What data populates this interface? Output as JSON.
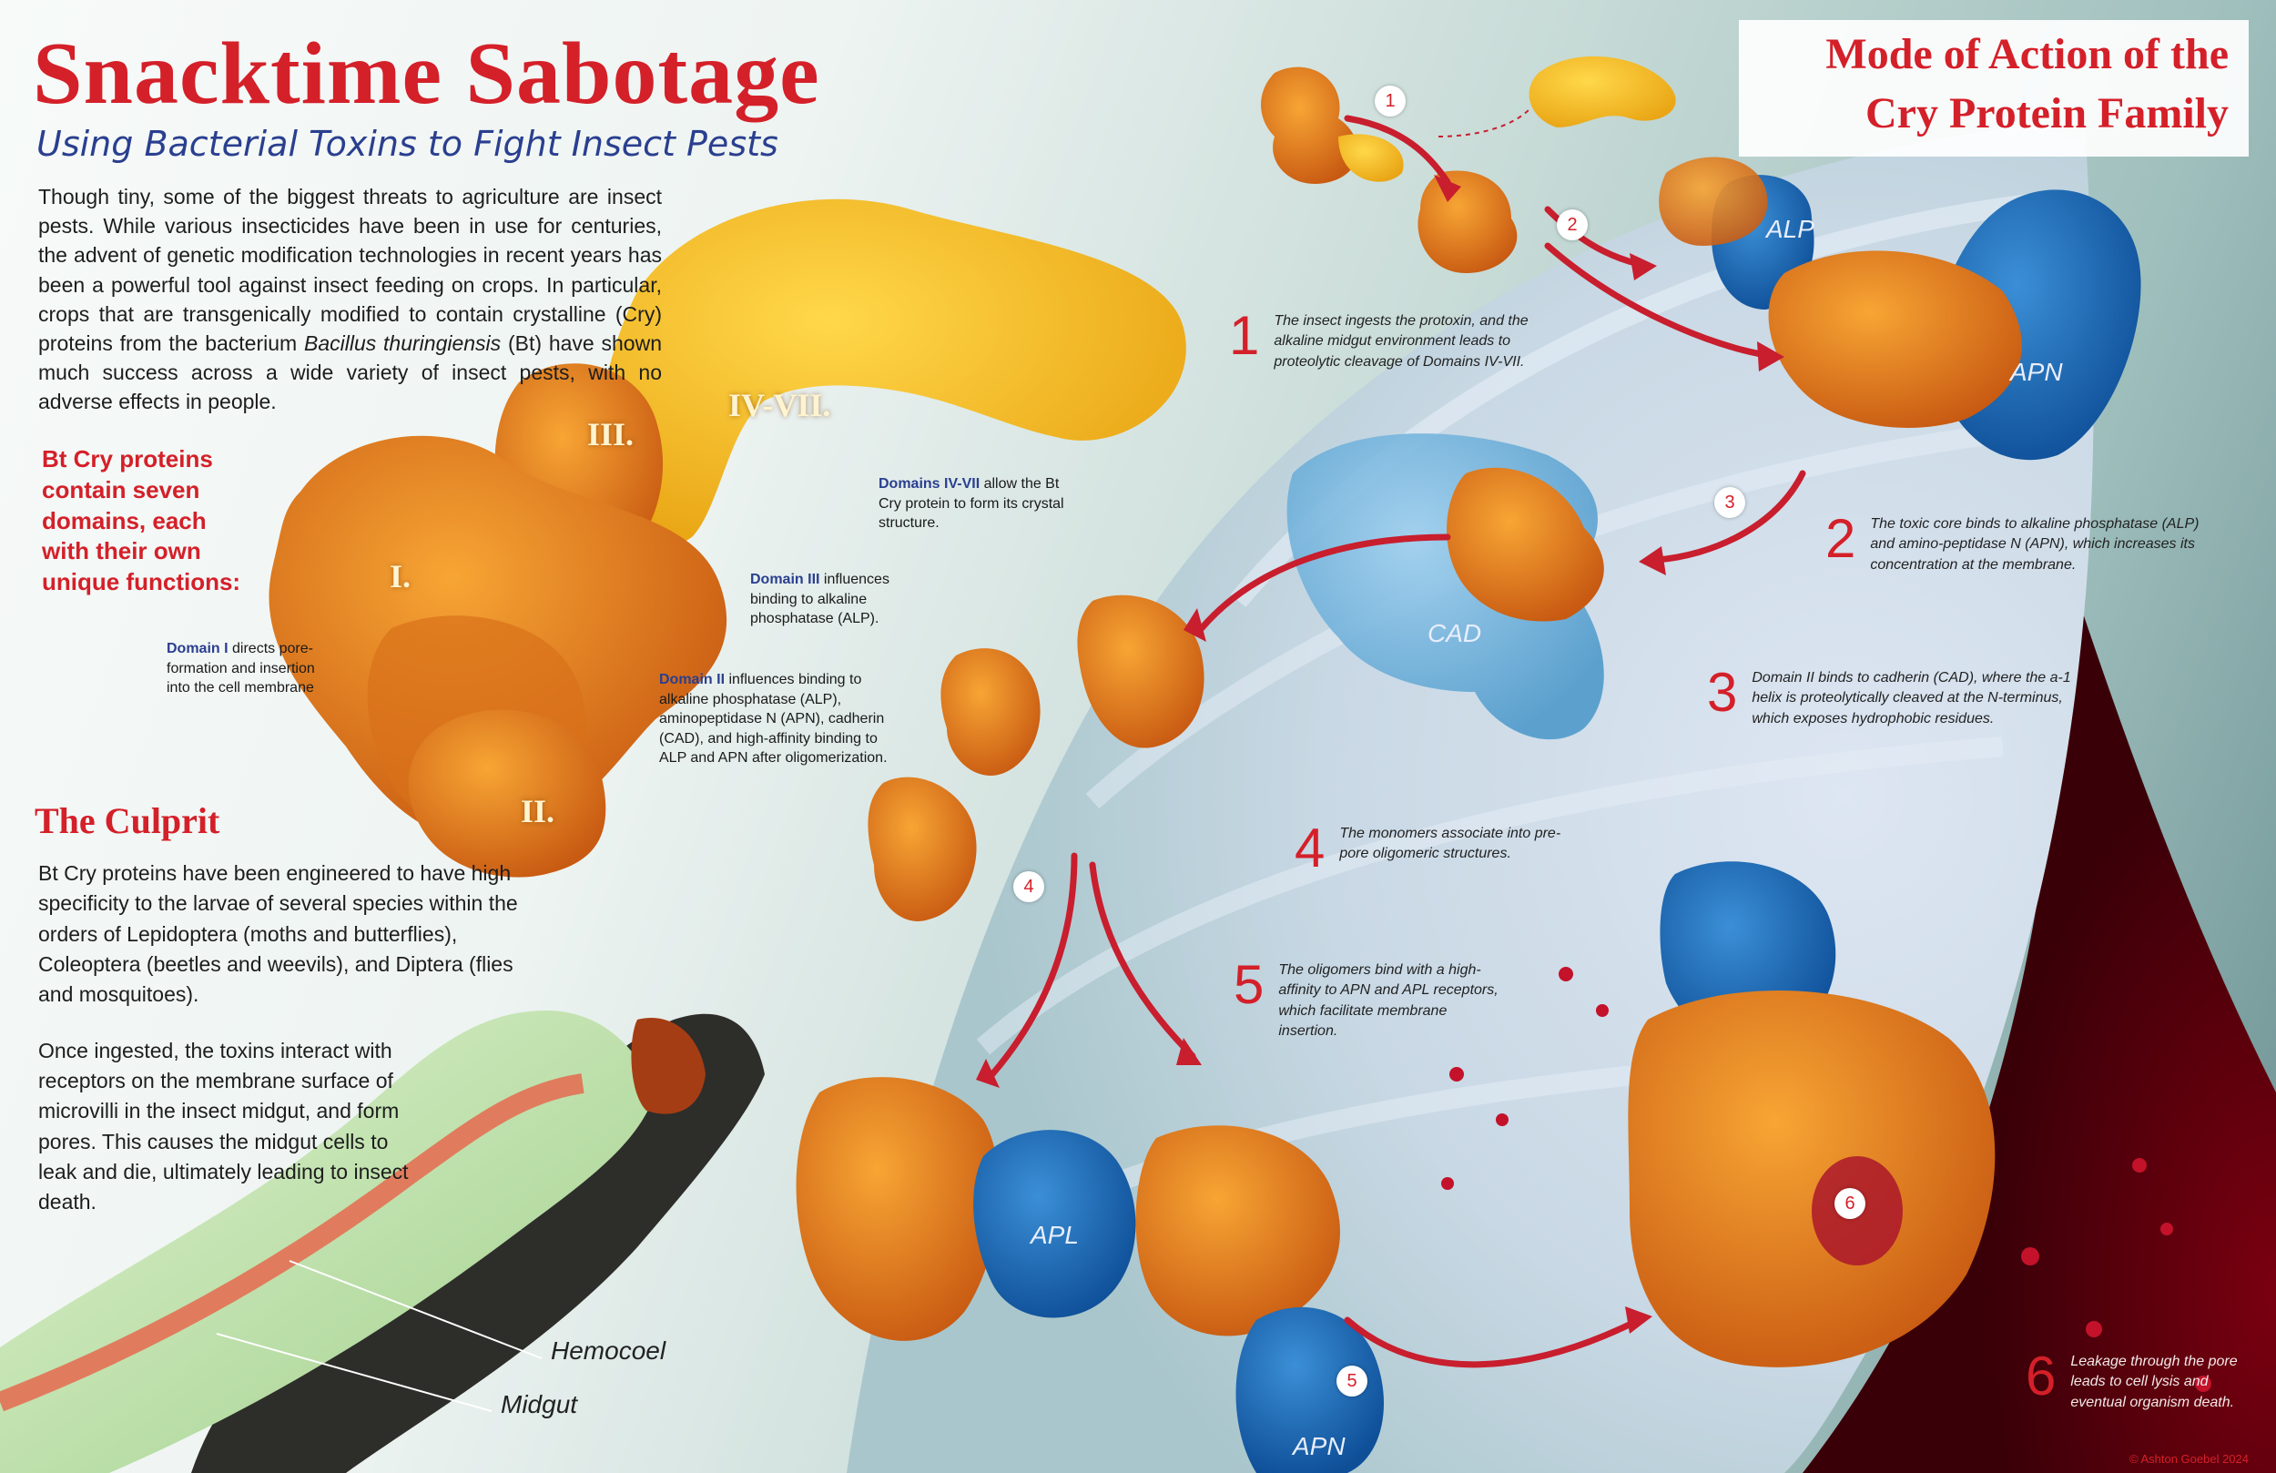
{
  "header": {
    "title": "Snacktime Sabotage",
    "subtitle": "Using Bacterial Toxins to Fight Insect Pests"
  },
  "intro": {
    "text_before": "Though tiny, some of the biggest threats to agriculture are insect pests.  While various insecticides have been in use for centuries, the advent of genetic modification technologies in recent years has been a powerful tool against insect feeding on crops. In particular, crops that are transgenically modified to contain crystalline (Cry) proteins from the bacterium ",
    "species": "Bacillus thuringiensis",
    "text_after": " (Bt) have shown much success across a wide variety of insect pests, with no adverse effects in people."
  },
  "domains_heading": "Bt Cry proteins contain seven domains, each with their own unique functions:",
  "structure_labels": {
    "d1": "I.",
    "d2": "II.",
    "d3": "III.",
    "d47": "IV-VII."
  },
  "domain_notes": {
    "d1": {
      "name": "Domain I",
      "text": " directs pore-formation and insertion into the cell membrane"
    },
    "d2": {
      "name": "Domain II",
      "text": " influences binding to alkaline phosphatase (ALP), aminopeptidase N (APN), cadherin (CAD), and high-affinity binding to ALP and APN after oligomerization."
    },
    "d3": {
      "name": "Domain III",
      "text": " influences binding to alkaline phosphatase (ALP)."
    },
    "d47": {
      "name": "Domains IV-VII",
      "text": " allow the Bt Cry protein to form its crystal structure."
    }
  },
  "culprit": {
    "heading": "The Culprit",
    "p1": "Bt Cry proteins have been engineered to have high specificity to the larvae of several species within the orders of Lepidoptera (moths and butterflies), Coleoptera (beetles and weevils), and Diptera (flies and mosquitoes).",
    "p2": "Once ingested, the toxins interact with receptors on the membrane surface of microvilli in the insect midgut, and form pores. This causes the midgut cells to leak and die, ultimately leading to insect death."
  },
  "anatomy": {
    "hemocoel": "Hemocoel",
    "midgut": "Midgut"
  },
  "mode_title": {
    "line1": "Mode of Action of the",
    "line2": "Cry Protein Family"
  },
  "steps": [
    {
      "num": "1",
      "text": "The insect ingests the protoxin, and the alkaline midgut environment leads to proteolytic cleavage of Domains IV-VII."
    },
    {
      "num": "2",
      "text": "The toxic core binds to alkaline phosphatase (ALP) and amino-peptidase N (APN), which increases its concentration at the membrane."
    },
    {
      "num": "3",
      "text": "Domain II binds to cadherin (CAD), where the a-1 helix is proteolytically cleaved at the N-terminus, which exposes hydrophobic residues."
    },
    {
      "num": "4",
      "text": "The monomers associate into pre-pore oligomeric structures."
    },
    {
      "num": "5",
      "text": "The oligomers bind with a high-affinity to APN and APL receptors, which facilitate membrane insertion."
    },
    {
      "num": "6",
      "text": "Leakage through the pore leads to cell lysis and eventual organism death."
    }
  ],
  "bubbles": {
    "b1": "1",
    "b2": "2",
    "b3": "3",
    "b4": "4",
    "b5": "5",
    "b6": "6"
  },
  "receptors": {
    "alp_top": "ALP",
    "apn_top": "APN",
    "cad": "CAD",
    "apl_bottom": "APL",
    "apn_bottom": "APN"
  },
  "credit": "© Ashton Goebel 2024",
  "colors": {
    "accent": "#d42029",
    "navy": "#2a3f8f",
    "protein_orange": "#e8871a",
    "protein_yellow": "#f5c21a",
    "receptor_blue": "#1d6fbf",
    "cad_blue": "#6fb3de"
  }
}
